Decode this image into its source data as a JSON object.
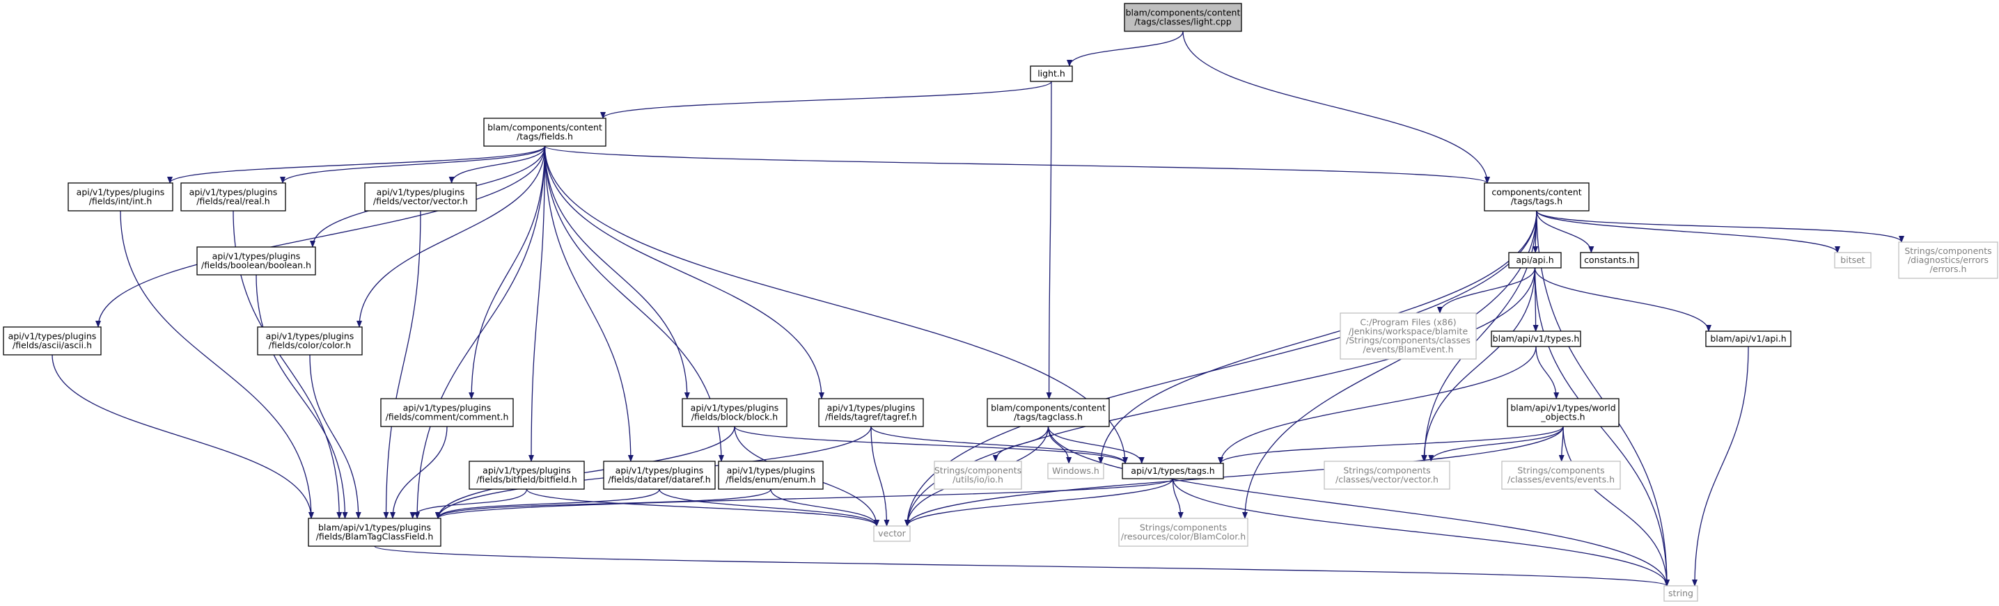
{
  "colors": {
    "edge": "#191970",
    "node_border": "#000000",
    "external_border": "#bfbfbf",
    "external_text": "#7f7f7f",
    "root_fill": "#bfbfbf",
    "node_text": "#000000",
    "background": "#ffffff"
  },
  "nodes": [
    {
      "id": "light_cpp",
      "lines": [
        "blam/components/content",
        "/tags/classes/light.cpp"
      ],
      "kind": "root"
    },
    {
      "id": "light_h",
      "lines": [
        "light.h"
      ],
      "kind": "internal"
    },
    {
      "id": "fields_h",
      "lines": [
        "blam/components/content",
        "/tags/fields.h"
      ],
      "kind": "internal"
    },
    {
      "id": "tags_h",
      "lines": [
        "components/content",
        "/tags/tags.h"
      ],
      "kind": "internal"
    },
    {
      "id": "int_h",
      "lines": [
        "api/v1/types/plugins",
        "/fields/int/int.h"
      ],
      "kind": "internal"
    },
    {
      "id": "real_h",
      "lines": [
        "api/v1/types/plugins",
        "/fields/real/real.h"
      ],
      "kind": "internal"
    },
    {
      "id": "vector_h",
      "lines": [
        "api/v1/types/plugins",
        "/fields/vector/vector.h"
      ],
      "kind": "internal"
    },
    {
      "id": "boolean_h",
      "lines": [
        "api/v1/types/plugins",
        "/fields/boolean/boolean.h"
      ],
      "kind": "internal"
    },
    {
      "id": "ascii_h",
      "lines": [
        "api/v1/types/plugins",
        "/fields/ascii/ascii.h"
      ],
      "kind": "internal"
    },
    {
      "id": "color_h",
      "lines": [
        "api/v1/types/plugins",
        "/fields/color/color.h"
      ],
      "kind": "internal"
    },
    {
      "id": "comment_h",
      "lines": [
        "api/v1/types/plugins",
        "/fields/comment/comment.h"
      ],
      "kind": "internal"
    },
    {
      "id": "block_h",
      "lines": [
        "api/v1/types/plugins",
        "/fields/block/block.h"
      ],
      "kind": "internal"
    },
    {
      "id": "tagref_h",
      "lines": [
        "api/v1/types/plugins",
        "/fields/tagref/tagref.h"
      ],
      "kind": "internal"
    },
    {
      "id": "bitfield_h",
      "lines": [
        "api/v1/types/plugins",
        "/fields/bitfield/bitfield.h"
      ],
      "kind": "internal"
    },
    {
      "id": "dataref_h",
      "lines": [
        "api/v1/types/plugins",
        "/fields/dataref/dataref.h"
      ],
      "kind": "internal"
    },
    {
      "id": "enum_h",
      "lines": [
        "api/v1/types/plugins",
        "/fields/enum/enum.h"
      ],
      "kind": "internal"
    },
    {
      "id": "blamtag_h",
      "lines": [
        "blam/api/v1/types/plugins",
        "/fields/BlamTagClassField.h"
      ],
      "kind": "internal"
    },
    {
      "id": "tagclass_h",
      "lines": [
        "blam/components/content",
        "/tags/tagclass.h"
      ],
      "kind": "internal"
    },
    {
      "id": "iolio_h",
      "lines": [
        "Strings/components",
        "/utils/io/io.h"
      ],
      "kind": "external"
    },
    {
      "id": "windows_h",
      "lines": [
        "Windows.h"
      ],
      "kind": "external"
    },
    {
      "id": "typestags_h",
      "lines": [
        "api/v1/types/tags.h"
      ],
      "kind": "internal"
    },
    {
      "id": "vector",
      "lines": [
        "vector"
      ],
      "kind": "external"
    },
    {
      "id": "blamcolor_h",
      "lines": [
        "Strings/components",
        "/resources/color/BlamColor.h"
      ],
      "kind": "external"
    },
    {
      "id": "string",
      "lines": [
        "string"
      ],
      "kind": "external"
    },
    {
      "id": "api_h",
      "lines": [
        "api/api.h"
      ],
      "kind": "internal"
    },
    {
      "id": "constants_h",
      "lines": [
        "constants.h"
      ],
      "kind": "internal"
    },
    {
      "id": "bitset",
      "lines": [
        "bitset"
      ],
      "kind": "external"
    },
    {
      "id": "errors_h",
      "lines": [
        "Strings/components",
        "/diagnostics/errors",
        "/errors.h"
      ],
      "kind": "external"
    },
    {
      "id": "blamevent_h",
      "lines": [
        "C:/Program Files (x86)",
        "/Jenkins/workspace/blamite",
        "/Strings/components/classes",
        "/events/BlamEvent.h"
      ],
      "kind": "external"
    },
    {
      "id": "apitypes_h",
      "lines": [
        "blam/api/v1/types.h"
      ],
      "kind": "internal"
    },
    {
      "id": "apiv1api_h",
      "lines": [
        "blam/api/v1/api.h"
      ],
      "kind": "internal"
    },
    {
      "id": "worldobj_h",
      "lines": [
        "blam/api/v1/types/world",
        "_objects.h"
      ],
      "kind": "internal"
    },
    {
      "id": "vecvec_h",
      "lines": [
        "Strings/components",
        "/classes/vector/vector.h"
      ],
      "kind": "external"
    },
    {
      "id": "events_h",
      "lines": [
        "Strings/components",
        "/classes/events/events.h"
      ],
      "kind": "external"
    }
  ],
  "edges": [
    [
      "light_cpp",
      "light_h"
    ],
    [
      "light_cpp",
      "tags_h"
    ],
    [
      "light_h",
      "fields_h"
    ],
    [
      "light_h",
      "tagclass_h"
    ],
    [
      "fields_h",
      "tags_h"
    ],
    [
      "fields_h",
      "int_h"
    ],
    [
      "fields_h",
      "real_h"
    ],
    [
      "fields_h",
      "vector_h"
    ],
    [
      "fields_h",
      "boolean_h"
    ],
    [
      "fields_h",
      "ascii_h"
    ],
    [
      "fields_h",
      "color_h"
    ],
    [
      "fields_h",
      "comment_h"
    ],
    [
      "fields_h",
      "block_h"
    ],
    [
      "fields_h",
      "tagref_h"
    ],
    [
      "fields_h",
      "bitfield_h"
    ],
    [
      "fields_h",
      "dataref_h"
    ],
    [
      "fields_h",
      "enum_h"
    ],
    [
      "fields_h",
      "blamtag_h"
    ],
    [
      "fields_h",
      "typestags_h"
    ],
    [
      "int_h",
      "blamtag_h"
    ],
    [
      "real_h",
      "blamtag_h"
    ],
    [
      "vector_h",
      "blamtag_h"
    ],
    [
      "boolean_h",
      "blamtag_h"
    ],
    [
      "ascii_h",
      "blamtag_h"
    ],
    [
      "color_h",
      "blamtag_h"
    ],
    [
      "comment_h",
      "blamtag_h"
    ],
    [
      "block_h",
      "blamtag_h"
    ],
    [
      "block_h",
      "typestags_h"
    ],
    [
      "block_h",
      "vector"
    ],
    [
      "tagref_h",
      "blamtag_h"
    ],
    [
      "tagref_h",
      "typestags_h"
    ],
    [
      "tagref_h",
      "vector"
    ],
    [
      "bitfield_h",
      "blamtag_h"
    ],
    [
      "bitfield_h",
      "vector"
    ],
    [
      "dataref_h",
      "blamtag_h"
    ],
    [
      "dataref_h",
      "vector"
    ],
    [
      "enum_h",
      "blamtag_h"
    ],
    [
      "enum_h",
      "vector"
    ],
    [
      "blamtag_h",
      "string"
    ],
    [
      "tagclass_h",
      "iolio_h"
    ],
    [
      "tagclass_h",
      "windows_h"
    ],
    [
      "tagclass_h",
      "typestags_h"
    ],
    [
      "tagclass_h",
      "vector"
    ],
    [
      "tagclass_h",
      "string"
    ],
    [
      "typestags_h",
      "blamtag_h"
    ],
    [
      "typestags_h",
      "vector"
    ],
    [
      "typestags_h",
      "blamcolor_h"
    ],
    [
      "typestags_h",
      "string"
    ],
    [
      "tags_h",
      "api_h"
    ],
    [
      "tags_h",
      "constants_h"
    ],
    [
      "tags_h",
      "bitset"
    ],
    [
      "tags_h",
      "errors_h"
    ],
    [
      "tags_h",
      "windows_h"
    ],
    [
      "tags_h",
      "vecvec_h"
    ],
    [
      "tags_h",
      "vector"
    ],
    [
      "tags_h",
      "blamcolor_h"
    ],
    [
      "tags_h",
      "string"
    ],
    [
      "api_h",
      "blamevent_h"
    ],
    [
      "api_h",
      "apitypes_h"
    ],
    [
      "api_h",
      "apiv1api_h"
    ],
    [
      "api_h",
      "vecvec_h"
    ],
    [
      "api_h",
      "vector"
    ],
    [
      "api_h",
      "string"
    ],
    [
      "apitypes_h",
      "typestags_h"
    ],
    [
      "apitypes_h",
      "worldobj_h"
    ],
    [
      "worldobj_h",
      "typestags_h"
    ],
    [
      "worldobj_h",
      "vecvec_h"
    ],
    [
      "worldobj_h",
      "events_h"
    ],
    [
      "worldobj_h",
      "vector"
    ],
    [
      "worldobj_h",
      "string"
    ],
    [
      "apiv1api_h",
      "string"
    ]
  ]
}
